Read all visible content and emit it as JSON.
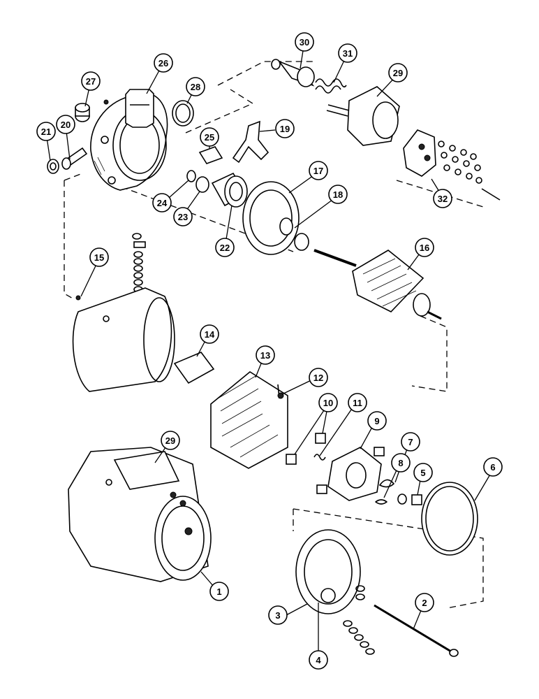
{
  "diagram": {
    "callouts": [
      {
        "id": "c1",
        "label": "1"
      },
      {
        "id": "c2",
        "label": "2"
      },
      {
        "id": "c3",
        "label": "3"
      },
      {
        "id": "c4",
        "label": "4"
      },
      {
        "id": "c5",
        "label": "5"
      },
      {
        "id": "c6",
        "label": "6"
      },
      {
        "id": "c7",
        "label": "7"
      },
      {
        "id": "c8",
        "label": "8"
      },
      {
        "id": "c9",
        "label": "9"
      },
      {
        "id": "c10",
        "label": "10"
      },
      {
        "id": "c11",
        "label": "11"
      },
      {
        "id": "c12",
        "label": "12"
      },
      {
        "id": "c13",
        "label": "13"
      },
      {
        "id": "c14",
        "label": "14"
      },
      {
        "id": "c15",
        "label": "15"
      },
      {
        "id": "c16",
        "label": "16"
      },
      {
        "id": "c17",
        "label": "17"
      },
      {
        "id": "c18",
        "label": "18"
      },
      {
        "id": "c19",
        "label": "19"
      },
      {
        "id": "c20",
        "label": "20"
      },
      {
        "id": "c21",
        "label": "21"
      },
      {
        "id": "c22",
        "label": "22"
      },
      {
        "id": "c23",
        "label": "23"
      },
      {
        "id": "c24",
        "label": "24"
      },
      {
        "id": "c25",
        "label": "25"
      },
      {
        "id": "c26",
        "label": "26"
      },
      {
        "id": "c27",
        "label": "27"
      },
      {
        "id": "c28",
        "label": "28"
      },
      {
        "id": "c29a",
        "label": "29"
      },
      {
        "id": "c29b",
        "label": "29"
      },
      {
        "id": "c30",
        "label": "30"
      },
      {
        "id": "c31",
        "label": "31"
      },
      {
        "id": "c32",
        "label": "32"
      }
    ]
  }
}
